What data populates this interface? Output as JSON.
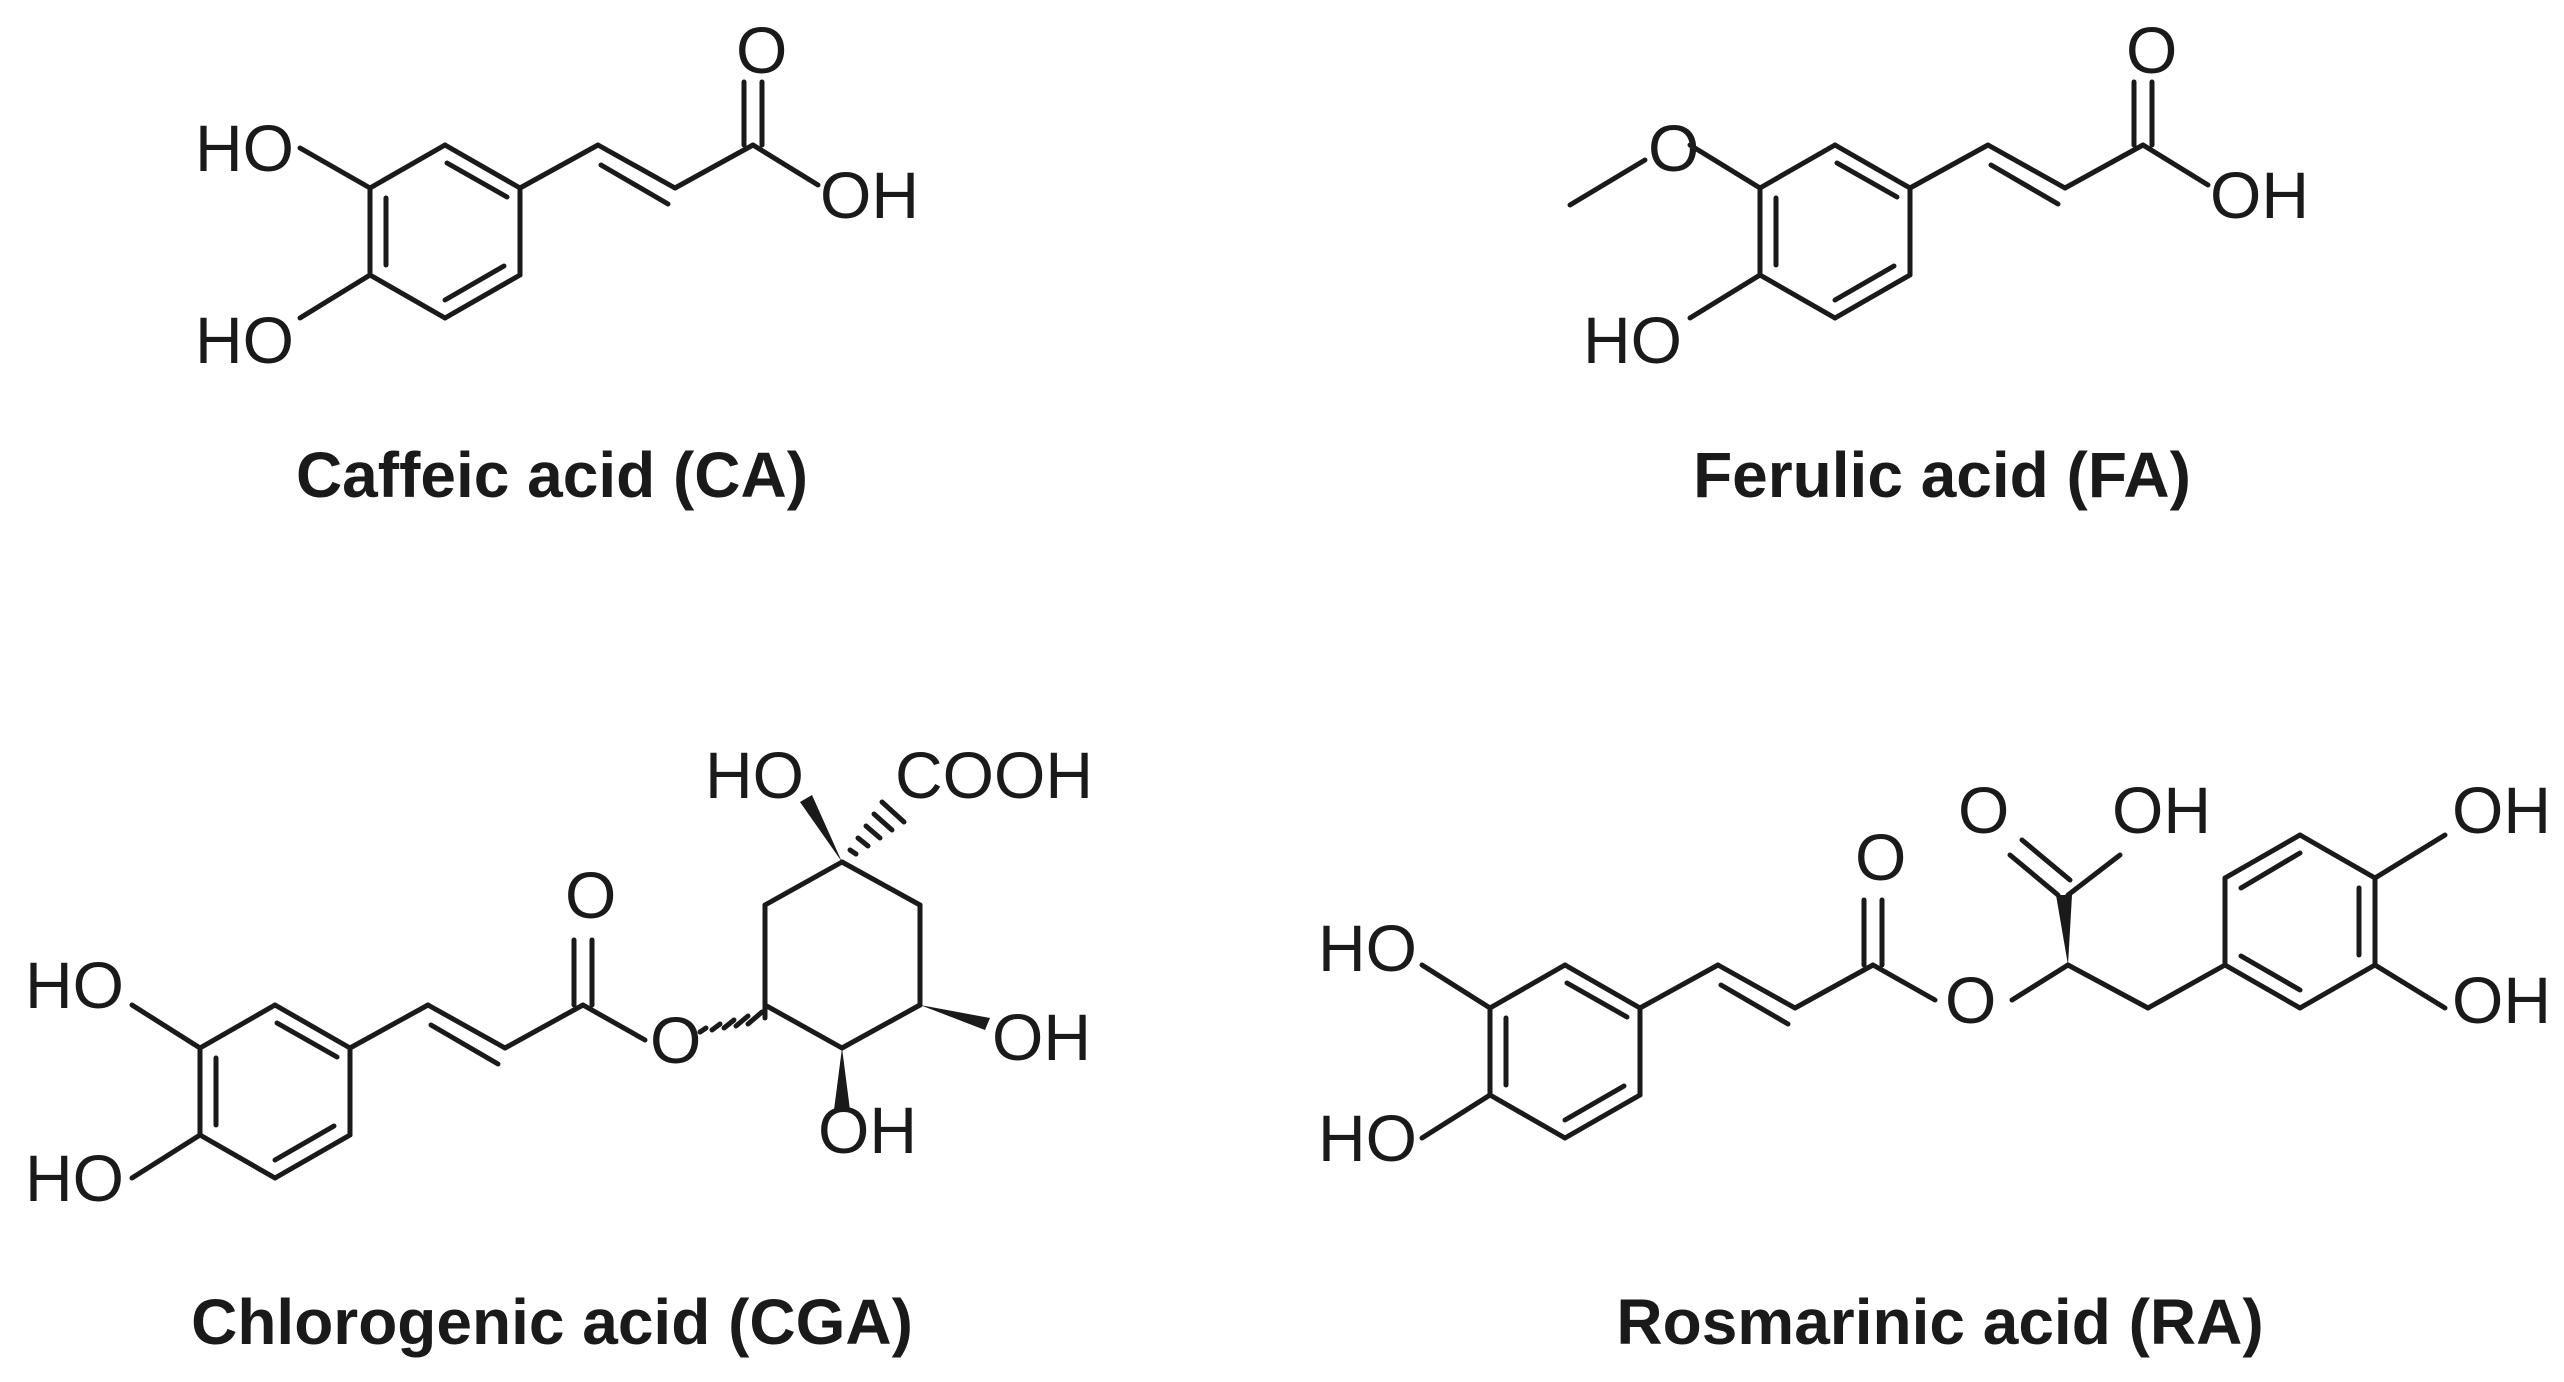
{
  "compounds": [
    {
      "caption": "Caffeic acid (CA)",
      "labels": {
        "ho_top": "HO",
        "ho_bottom": "HO",
        "carbonyl_o": "O",
        "acid_oh": "OH"
      }
    },
    {
      "caption": "Ferulic acid (FA)",
      "labels": {
        "methoxy_o": "O",
        "ho_bottom": "HO",
        "carbonyl_o": "O",
        "acid_oh": "OH"
      }
    },
    {
      "caption": "Chlorogenic acid (CGA)",
      "labels": {
        "ho_top": "HO",
        "ho_bottom": "HO",
        "ester_carbonyl_o": "O",
        "ester_o": "O",
        "quinic_ho": "HO",
        "quinic_cooh": "COOH",
        "quinic_oh_right": "OH",
        "quinic_oh_bottom": "OH"
      }
    },
    {
      "caption": "Rosmarinic acid (RA)",
      "labels": {
        "ho_top": "HO",
        "ho_bottom": "HO",
        "ester_carbonyl_o": "O",
        "ester_o": "O",
        "acid_carbonyl_o": "O",
        "acid_oh": "OH",
        "ring2_oh_top": "OH",
        "ring2_oh_bottom": "OH"
      }
    }
  ]
}
